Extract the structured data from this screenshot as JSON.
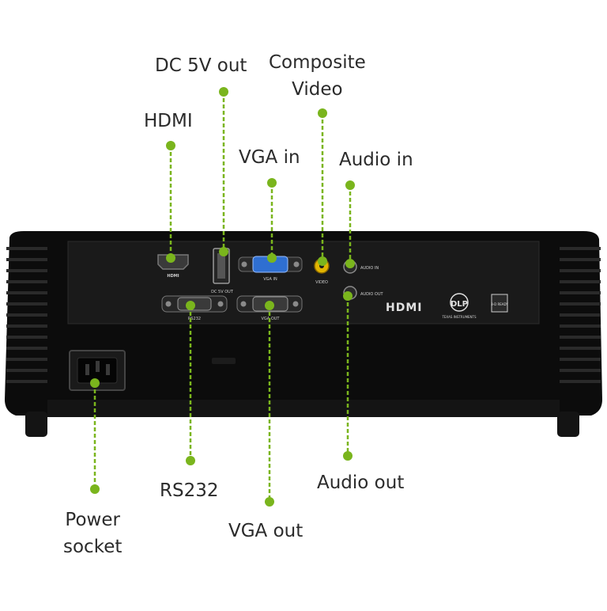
{
  "labels": {
    "dc5v": "DC 5V out",
    "composite_1": "Composite",
    "composite_2": "Video",
    "hdmi": "HDMI",
    "vga_in": "VGA in",
    "audio_in": "Audio in",
    "rs232": "RS232",
    "audio_out": "Audio out",
    "power_1": "Power",
    "power_2": "socket",
    "vga_out": "VGA out"
  },
  "panel_text": {
    "hdmi_port": "HDMI",
    "dc_port": "DC 5V OUT",
    "vga_in_port": "VGA IN",
    "video_port": "VIDEO",
    "audio_in_port": "AUDIO IN",
    "audio_out_port": "AUDIO OUT",
    "rs232_port": "RS232",
    "vga_out_port": "VGA OUT",
    "hdmi_logo": "HDMI",
    "dlp_logo": "DLP",
    "dlp_sub": "TEXAS INSTRUMENTS",
    "ready_3d": "3-D READY"
  },
  "colors": {
    "leader": "#7ab51d",
    "body": "#0d0d0d",
    "panel": "#161616"
  }
}
